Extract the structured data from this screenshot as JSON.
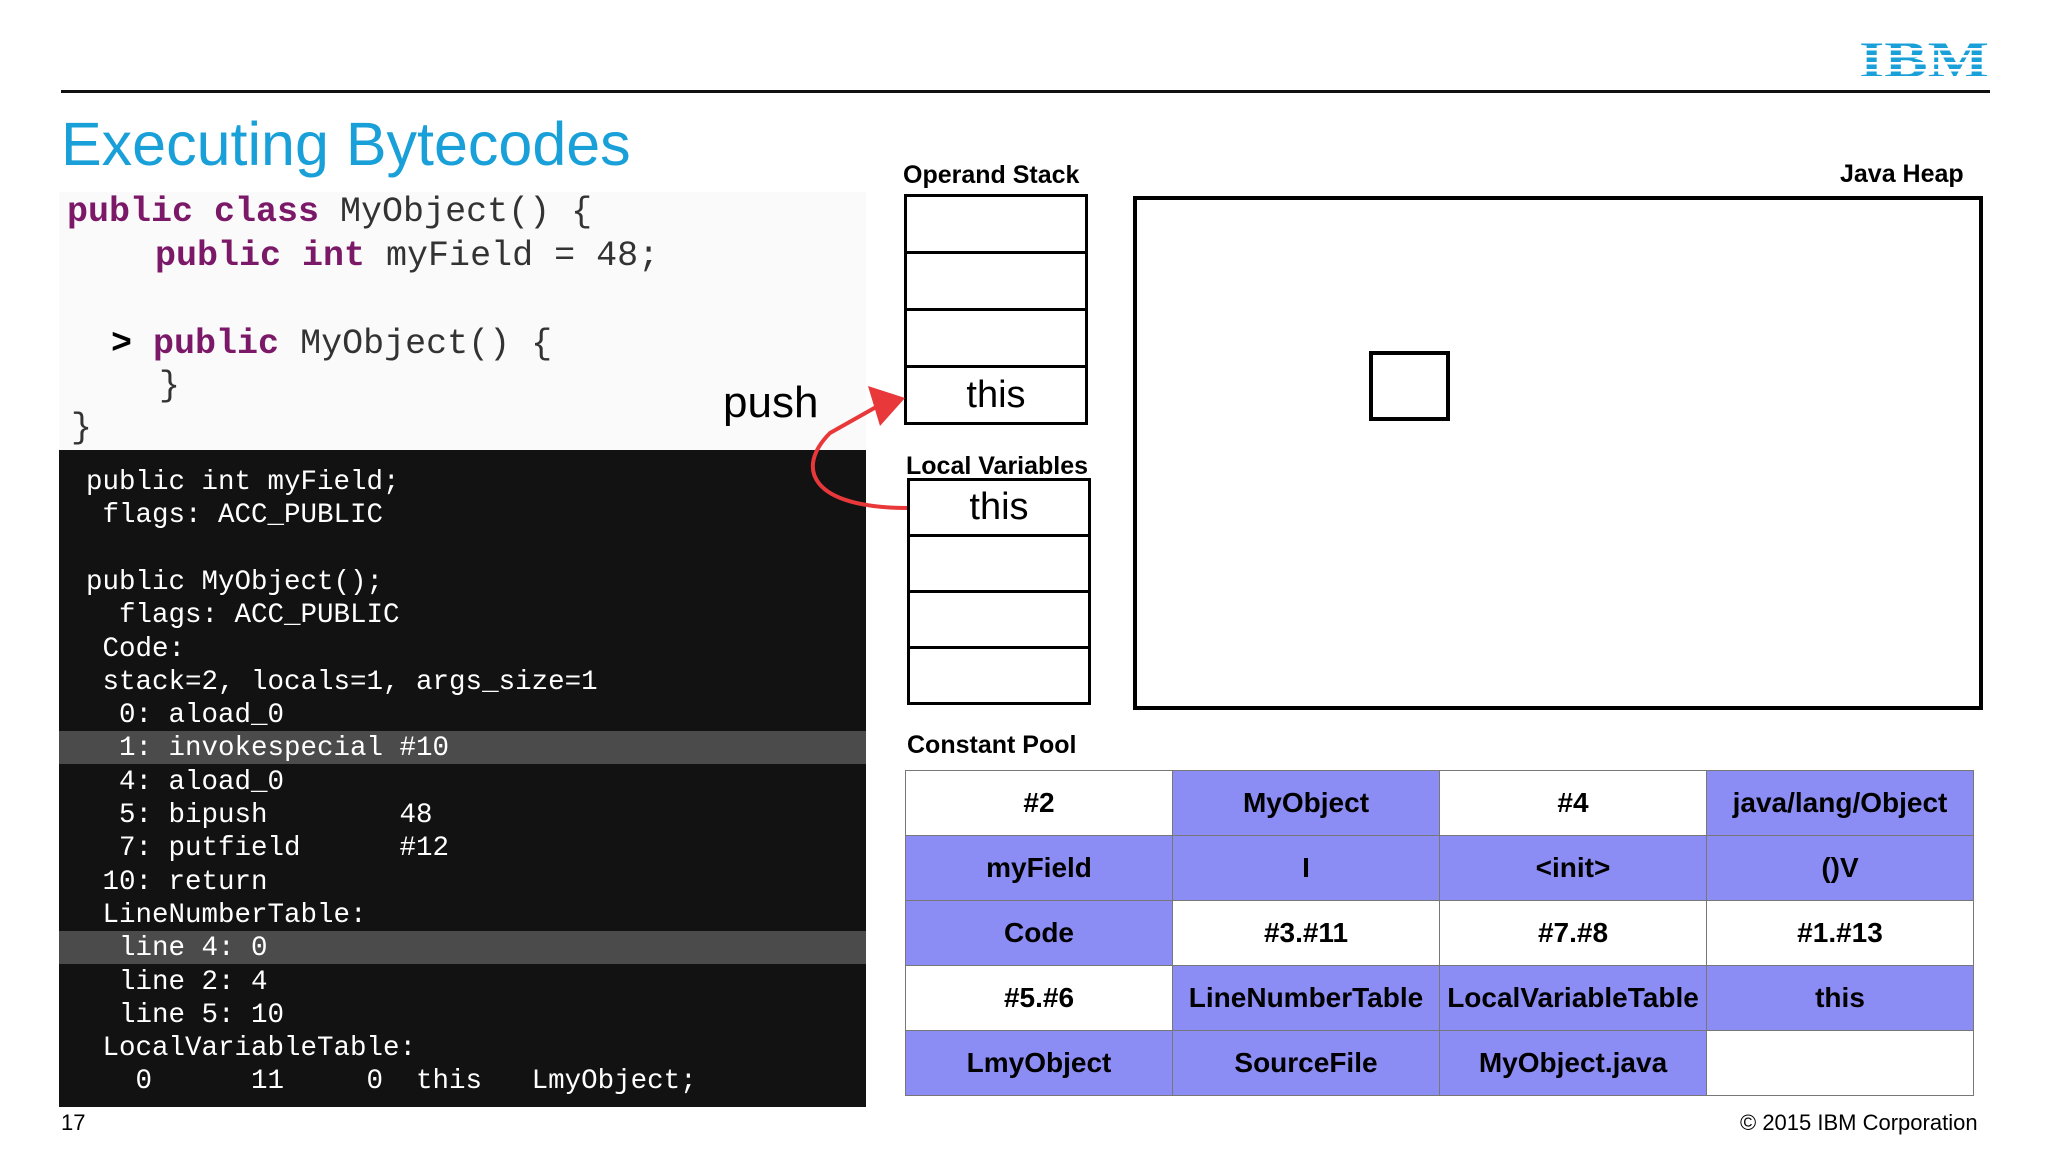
{
  "header": {
    "logo_text": "IBM",
    "title": "Executing Bytecodes"
  },
  "source_code": {
    "line1_kw": "public class",
    "line1_rest": " MyObject() {",
    "line2_kw": "public int",
    "line2_rest": " myField = 48;",
    "line3_marker": ">",
    "line3_kw": "public",
    "line3_rest": " MyObject() {",
    "line4": "}",
    "line5": "}"
  },
  "bytecode": {
    "lines": [
      "public int myField;",
      " flags: ACC_PUBLIC",
      "",
      "public MyObject();",
      "  flags: ACC_PUBLIC",
      " Code:",
      " stack=2, locals=1, args_size=1",
      "  0: aload_0",
      "  1: invokespecial #10",
      "  4: aload_0",
      "  5: bipush        48",
      "  7: putfield      #12",
      " 10: return",
      " LineNumberTable:",
      "  line 4: 0",
      "  line 2: 4",
      "  line 5: 10",
      " LocalVariableTable:",
      "   0      11     0  this   LmyObject;"
    ],
    "highlighted_lines": [
      8,
      14
    ]
  },
  "operand_stack": {
    "label": "Operand Stack",
    "cells": [
      "",
      "",
      "",
      "this"
    ]
  },
  "push_label": "push",
  "local_variables": {
    "label": "Local Variables",
    "cells": [
      "this",
      "",
      "",
      ""
    ]
  },
  "java_heap": {
    "label": "Java Heap"
  },
  "constant_pool": {
    "label": "Constant Pool",
    "rows": [
      [
        {
          "text": "#2",
          "fill": "white"
        },
        {
          "text": "MyObject",
          "fill": "blue"
        },
        {
          "text": "#4",
          "fill": "white"
        },
        {
          "text": "java/lang/Object",
          "fill": "blue"
        }
      ],
      [
        {
          "text": "myField",
          "fill": "blue"
        },
        {
          "text": "I",
          "fill": "blue"
        },
        {
          "text": "<init>",
          "fill": "blue"
        },
        {
          "text": "()V",
          "fill": "blue"
        }
      ],
      [
        {
          "text": "Code",
          "fill": "blue"
        },
        {
          "text": "#3.#11",
          "fill": "white"
        },
        {
          "text": "#7.#8",
          "fill": "white"
        },
        {
          "text": "#1.#13",
          "fill": "white"
        }
      ],
      [
        {
          "text": "#5.#6",
          "fill": "white"
        },
        {
          "text": "LineNumberTable",
          "fill": "blue"
        },
        {
          "text": "LocalVariableTable",
          "fill": "blue"
        },
        {
          "text": "this",
          "fill": "blue"
        }
      ],
      [
        {
          "text": "LmyObject",
          "fill": "blue"
        },
        {
          "text": "SourceFile",
          "fill": "blue"
        },
        {
          "text": "MyObject.java",
          "fill": "blue"
        },
        {
          "text": "",
          "fill": "white"
        }
      ]
    ]
  },
  "footer": {
    "page_number": "17",
    "copyright": "© 2015 IBM Corporation"
  },
  "colors": {
    "title": "#1aa0d8",
    "keyword": "#7b1968",
    "cp_blue": "#8c8cf5",
    "arrow": "#e8383a"
  }
}
